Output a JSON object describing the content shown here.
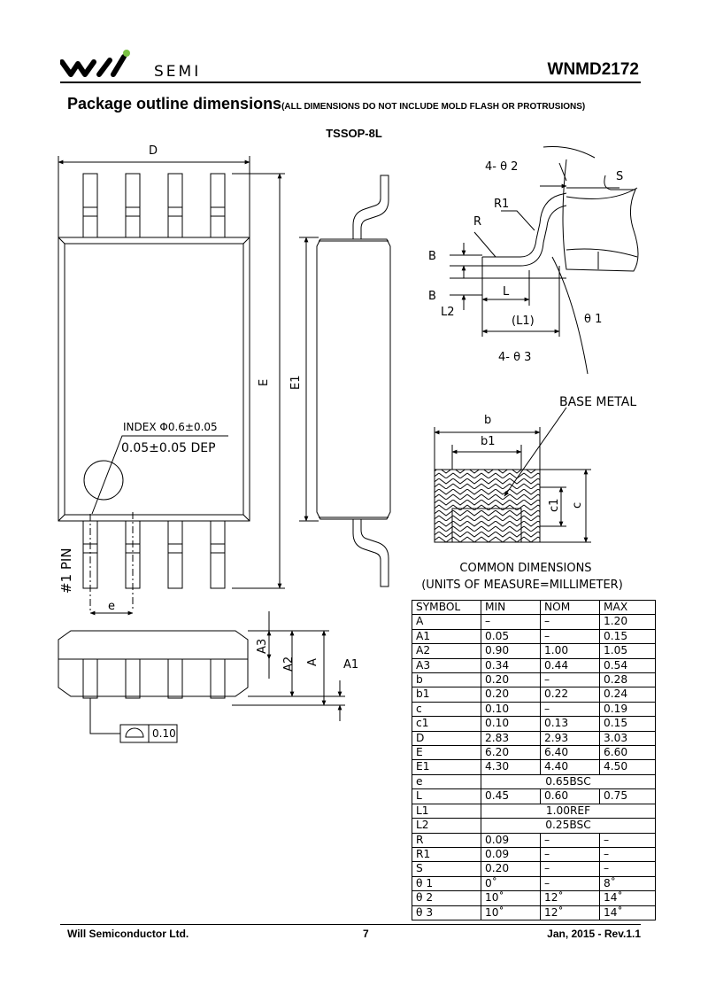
{
  "header": {
    "logo_text": "SEMI",
    "part_number": "WNMD2172"
  },
  "section": {
    "title": "Package outline dimensions",
    "title_note": "(ALL DIMENSIONS DO NOT INCLUDE MOLD FLASH OR PROTRUSIONS)",
    "package_name": "TSSOP-8L"
  },
  "drawing_labels": {
    "top_view": {
      "D": "D",
      "E": "E",
      "E1": "E1",
      "index": "INDEX Φ0.6±0.05",
      "depth": "0.05±0.05 DEP",
      "pin1": "#1 PIN",
      "e": "e"
    },
    "side_view": {
      "A3": "A3",
      "A2": "A2",
      "A": "A",
      "A1": "A1",
      "flatness": "0.10"
    },
    "lead_detail": {
      "theta2": "4- θ 2",
      "S": "S",
      "R1": "R1",
      "R": "R",
      "B1": "B",
      "B2": "B",
      "L": "L",
      "L2": "L2",
      "L1": "(L1)",
      "theta1": "θ 1",
      "theta3": "4- θ 3"
    },
    "section_bb": {
      "base_metal": "BASE METAL",
      "b": "b",
      "b1": "b1",
      "c1": "c1",
      "c": "c"
    }
  },
  "common_dimensions": {
    "title": "COMMON DIMENSIONS",
    "units": "(UNITS OF MEASURE=MILLIMETER)",
    "headers": [
      "SYMBOL",
      "MIN",
      "NOM",
      "MAX"
    ],
    "rows": [
      {
        "symbol": "A",
        "min": "–",
        "nom": "–",
        "max": "1.20"
      },
      {
        "symbol": "A1",
        "min": "0.05",
        "nom": "–",
        "max": "0.15"
      },
      {
        "symbol": "A2",
        "min": "0.90",
        "nom": "1.00",
        "max": "1.05"
      },
      {
        "symbol": "A3",
        "min": "0.34",
        "nom": "0.44",
        "max": "0.54"
      },
      {
        "symbol": "b",
        "min": "0.20",
        "nom": "–",
        "max": "0.28"
      },
      {
        "symbol": "b1",
        "min": "0.20",
        "nom": "0.22",
        "max": "0.24"
      },
      {
        "symbol": "c",
        "min": "0.10",
        "nom": "–",
        "max": "0.19"
      },
      {
        "symbol": "c1",
        "min": "0.10",
        "nom": "0.13",
        "max": "0.15"
      },
      {
        "symbol": "D",
        "min": "2.83",
        "nom": "2.93",
        "max": "3.03"
      },
      {
        "symbol": "E",
        "min": "6.20",
        "nom": "6.40",
        "max": "6.60"
      },
      {
        "symbol": "E1",
        "min": "4.30",
        "nom": "4.40",
        "max": "4.50"
      },
      {
        "symbol": "e",
        "merged": "0.65BSC"
      },
      {
        "symbol": "L",
        "min": "0.45",
        "nom": "0.60",
        "max": "0.75"
      },
      {
        "symbol": "L1",
        "merged": "1.00REF"
      },
      {
        "symbol": "L2",
        "merged": "0.25BSC"
      },
      {
        "symbol": "R",
        "min": "0.09",
        "nom": "–",
        "max": "–"
      },
      {
        "symbol": "R1",
        "min": "0.09",
        "nom": "–",
        "max": "–"
      },
      {
        "symbol": "S",
        "min": "0.20",
        "nom": "–",
        "max": "–"
      },
      {
        "symbol": "θ 1",
        "min": "0˚",
        "nom": "–",
        "max": "8˚"
      },
      {
        "symbol": "θ 2",
        "min": "10˚",
        "nom": "12˚",
        "max": "14˚"
      },
      {
        "symbol": "θ 3",
        "min": "10˚",
        "nom": "12˚",
        "max": "14˚"
      }
    ]
  },
  "footer": {
    "company": "Will Semiconductor Ltd.",
    "page": "7",
    "date_rev": "Jan, 2015 - Rev.1.1"
  }
}
